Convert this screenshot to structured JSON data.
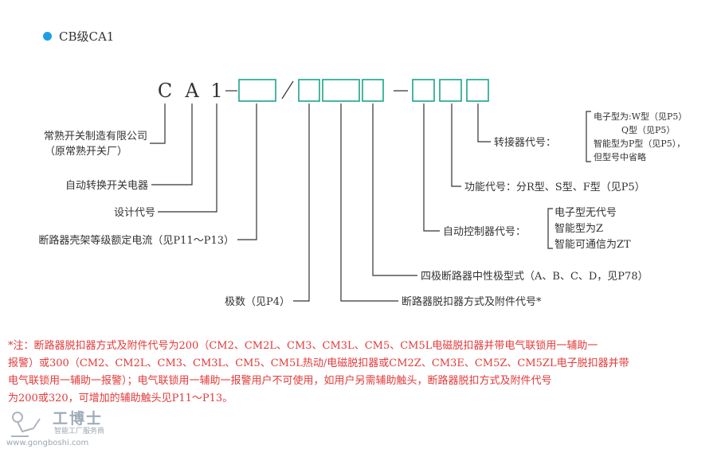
{
  "header": {
    "bullet_color": "#1e9ee5",
    "title": "CB级CA1"
  },
  "model_code": {
    "chars": [
      "C",
      "A",
      "1"
    ],
    "separators": [
      "—",
      "/",
      "—"
    ],
    "box_color": "#1aa58a"
  },
  "labels": {
    "manufacturer_line1": "常熟开关制造有限公司",
    "manufacturer_line2": "（原常熟开关厂）",
    "product_type": "自动转换开关电器",
    "design_code": "设计代号",
    "frame_current": "断路器壳架等级额定电流（见P11～P13）",
    "poles": "极数（见P4）",
    "release_code": "断路器脱扣器方式及附件代号*",
    "neutral_pole": "四极断路器中性极型式（A、B、C、D，见P78）",
    "controller_code": "自动控制器代号：",
    "controller_options": [
      "电子型无代号",
      "智能型为Z",
      "智能可通信为ZT"
    ],
    "function_code": "功能代号：分R型、S型、F型（见P5）",
    "switch_code": "转接器代号：",
    "switch_options": [
      "电子型为:W型（见P5）",
      "Q型（见P5）",
      "智能型为P型（见P5），",
      "但型号中省略"
    ]
  },
  "note": {
    "color": "#e33a3a",
    "lines": [
      "*注：断路器脱扣器方式及附件代号为200（CM2、CM2L、CM3、CM3L、CM5、CM5L电磁脱扣器并带电气联锁用一辅助一",
      "报警）或300（CM2、CM2L、CM3、CM3L、CM5、CM5L热动/电磁脱扣器或CM2Z、CM3E、CM5Z、CM5ZL电子脱扣器并带",
      "电气联锁用一辅助一报警）；电气联锁用一辅助一报警用户不可使用，如用户另需辅助触头，断路器脱扣方式及附件代号",
      "为200或320，可增加的辅助触头见P11～P13。"
    ]
  },
  "watermark": {
    "name": "工博士",
    "tagline": "智能工厂服务商",
    "url": "www.gongboshi.com"
  }
}
